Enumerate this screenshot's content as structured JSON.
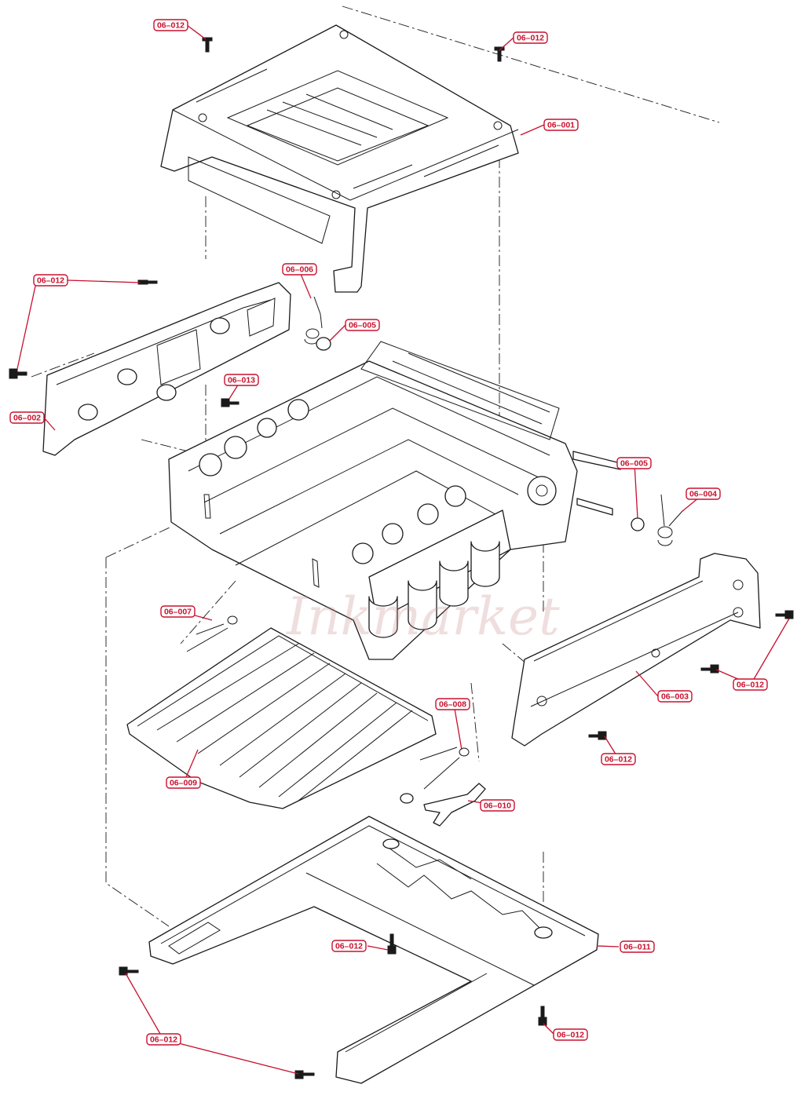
{
  "watermark": "Inkmarket",
  "colors": {
    "callout": "#c8102e",
    "line": "#1a1a1a",
    "watermark": "#c98a8a"
  },
  "callouts": {
    "c1": "06–012",
    "c2": "06–012",
    "c3": "06–001",
    "c4": "06–006",
    "c5": "06–012",
    "c6": "06–005",
    "c7": "06–013",
    "c8": "06–002",
    "c9": "06–005",
    "c10": "06–004",
    "c11": "06–007",
    "c12": "06–012",
    "c13": "06–003",
    "c14": "06–012",
    "c15": "06–008",
    "c16": "06–009",
    "c17": "06–010",
    "c18": "06–012",
    "c19": "06–011",
    "c20": "06–012",
    "c21": "06–012"
  }
}
